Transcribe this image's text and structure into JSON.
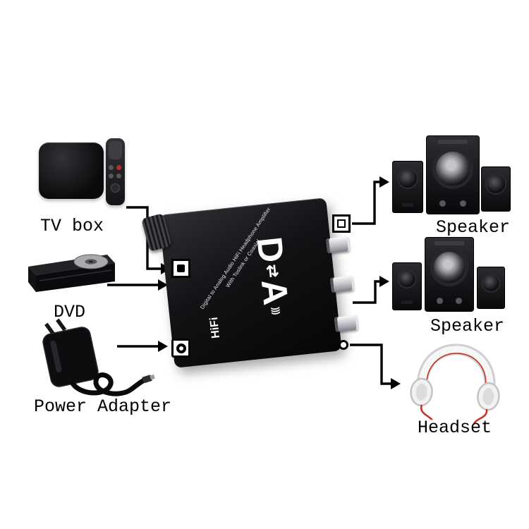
{
  "diagram": {
    "labels": {
      "tv_box": "TV box",
      "dvd": "DVD",
      "power_adapter": "Power Adapter",
      "speaker_top": "Speaker",
      "speaker_bottom": "Speaker",
      "headset": "Headset"
    },
    "converter": {
      "logo_d": "D",
      "logo_arrows": "⇄",
      "logo_a": "A",
      "logo_waves": ")))",
      "brand": "HiFi",
      "description_line1": "Digital to Analog Audio HiFi Headphone Amplifier",
      "description_line2": "With Toslink or Coaxial"
    },
    "icons": {
      "optical_input_port": "square-with-filled-square",
      "power_input_port": "square-with-ring",
      "digital_output_port": "square-with-square-outline",
      "headphone_jack": "small-circle"
    },
    "colors": {
      "background": "#ffffff",
      "line": "#000000",
      "device_body": "#121215",
      "label_text": "#000000",
      "headset_accent": "#c43527"
    }
  }
}
